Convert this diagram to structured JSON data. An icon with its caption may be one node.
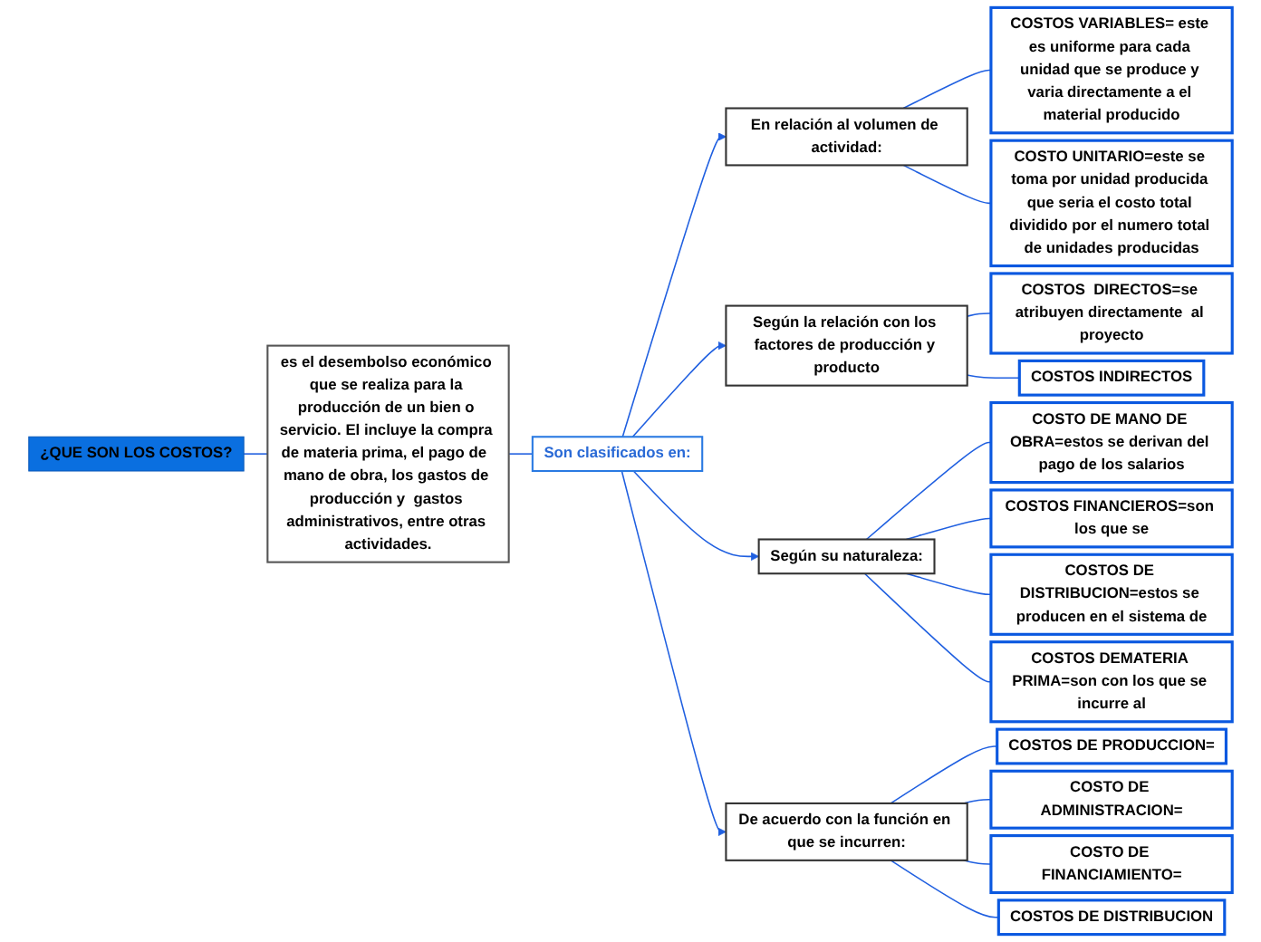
{
  "diagram": {
    "nodes": [
      {
        "text": [
          "¿QUE SON LOS COSTOS?"
        ]
      },
      {
        "text": [
          "es el desembolso económico que se realiza para la producción de un bien o servicio. El incluye la compra de materia prima, el pago de  mano de obra, los gastos de producción y  gastos administrativos, entre otras actividades."
        ]
      },
      {
        "text": [
          "Son clasificados en:"
        ]
      },
      {
        "text": [
          "En relación al volumen de actividad:"
        ]
      },
      {
        "text": [
          "Según la relación con los factores de producción y producto"
        ]
      },
      {
        "text": [
          "Según su naturaleza:"
        ]
      },
      {
        "text": [
          "De acuerdo con la función en que se incurren:"
        ]
      },
      {
        "text": [
          "COSTOS VARIABLES= este es uniforme para cada unidad que se produce y varia directamente a el material producido"
        ]
      },
      {
        "text": [
          "COSTO UNITARIO=este se toma por unidad producida que seria el costo total dividido por el numero total de unidades producidas"
        ]
      },
      {
        "text": [
          "COSTOS  DIRECTOS=se atribuyen directamente  al proyecto"
        ]
      },
      {
        "text": [
          "COSTOS INDIRECTOS"
        ]
      },
      {
        "text": [
          "COSTO DE MANO DE OBRA=estos se derivan del pago de los salarios"
        ]
      },
      {
        "text": [
          "COSTOS FINANCIEROS=son los que se"
        ]
      },
      {
        "text": [
          "COSTOS DE DISTRIBUCION=estos se producen en el sistema de"
        ]
      },
      {
        "text": [
          "COSTOS DEMATERIA PRIMA=son con los que se incurre al"
        ]
      },
      {
        "text": [
          "COSTOS DE PRODUCCION="
        ]
      },
      {
        "text": [
          "COSTO DE ADMINISTRACION="
        ]
      },
      {
        "text": [
          "COSTO DE FINANCIAMIENTO="
        ]
      },
      {
        "text": [
          "COSTOS DE DISTRIBUCION"
        ]
      }
    ],
    "edges": [
      {
        "from": 0,
        "to": 1,
        "arrow": "none"
      },
      {
        "from": 1,
        "to": 2,
        "arrow": "none"
      },
      {
        "from": 2,
        "to": 3,
        "arrow": "to"
      },
      {
        "from": 2,
        "to": 4,
        "arrow": "to"
      },
      {
        "from": 2,
        "to": 5,
        "arrow": "to"
      },
      {
        "from": 2,
        "to": 6,
        "arrow": "to"
      },
      {
        "from": 3,
        "to": 7,
        "arrow": "none"
      },
      {
        "from": 3,
        "to": 8,
        "arrow": "none"
      },
      {
        "from": 4,
        "to": 9,
        "arrow": "none"
      },
      {
        "from": 4,
        "to": 10,
        "arrow": "none"
      },
      {
        "from": 5,
        "to": 11,
        "arrow": "none"
      },
      {
        "from": 5,
        "to": 12,
        "arrow": "none"
      },
      {
        "from": 5,
        "to": 13,
        "arrow": "none"
      },
      {
        "from": 5,
        "to": 14,
        "arrow": "none"
      },
      {
        "from": 6,
        "to": 15,
        "arrow": "none"
      },
      {
        "from": 6,
        "to": 16,
        "arrow": "none"
      },
      {
        "from": 6,
        "to": 17,
        "arrow": "none"
      },
      {
        "from": 6,
        "to": 18,
        "arrow": "none"
      }
    ]
  }
}
